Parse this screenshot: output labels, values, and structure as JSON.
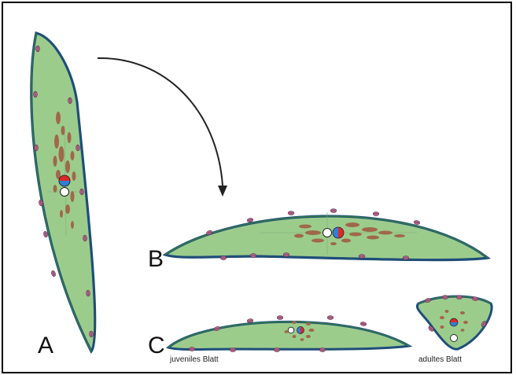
{
  "panels": {
    "a": {
      "letter": "A"
    },
    "b": {
      "letter": "B"
    },
    "c": {
      "letter": "C",
      "juvenile_caption": "juveniles Blatt",
      "adult_caption": "adultes Blatt"
    }
  },
  "colors": {
    "leaf_fill": "#9ccc8c",
    "leaf_outline": "#1f4e79",
    "leaf_outline_inner": "#3a8a3a",
    "sclerenchyma_patches": "#a0674b",
    "stomata": "#b86a8f",
    "xylem": "#2f7fd6",
    "phloem": "#e0262a",
    "arrow": "#222222"
  },
  "icons": {
    "stoma": "stoma-icon",
    "vascular_bundle": "vascular-bundle-icon",
    "pith_cell": "open-circle-icon"
  }
}
